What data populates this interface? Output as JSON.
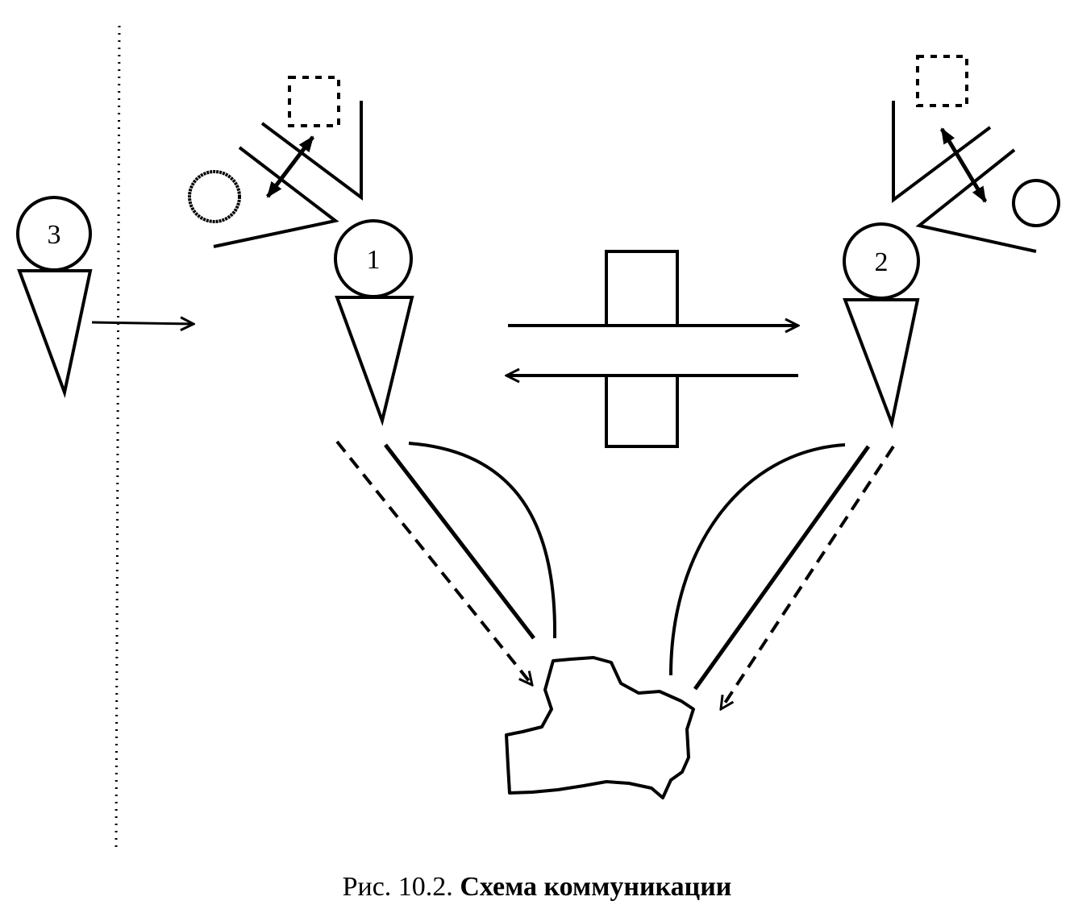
{
  "people": [
    {
      "id": "person-1",
      "label": "1"
    },
    {
      "id": "person-2",
      "label": "2"
    },
    {
      "id": "person-3",
      "label": "3"
    }
  ],
  "caption": {
    "prefix": "Рис. 10.2.",
    "title": "Схема коммуникации"
  },
  "colors": {
    "ink": "#000000",
    "background": "#ffffff"
  }
}
